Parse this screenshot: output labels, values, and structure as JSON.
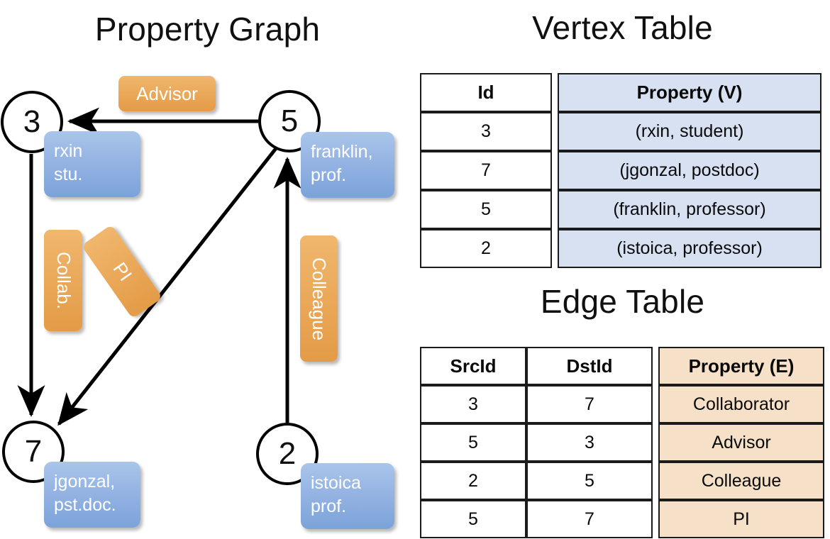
{
  "titles": {
    "property_graph": "Property Graph",
    "vertex_table": "Vertex Table",
    "edge_table": "Edge Table"
  },
  "colors": {
    "vertex_property_fill": "#d7e1f2",
    "edge_property_fill": "#f6e0c7",
    "node_box_blue": "#93b2e2",
    "edge_label_orange": "#eaa858",
    "stroke": "#000000",
    "background": "#ffffff"
  },
  "graph": {
    "nodes": [
      {
        "id": "3",
        "label": "3",
        "property_line1": "rxin",
        "property_line2": "stu."
      },
      {
        "id": "5",
        "label": "5",
        "property_line1": "franklin,",
        "property_line2": "prof."
      },
      {
        "id": "7",
        "label": "7",
        "property_line1": "jgonzal,",
        "property_line2": "pst.doc."
      },
      {
        "id": "2",
        "label": "2",
        "property_line1": "istoica",
        "property_line2": "prof."
      }
    ],
    "edges": [
      {
        "from": "5",
        "to": "3",
        "label": "Advisor",
        "orientation": "horizontal"
      },
      {
        "from": "3",
        "to": "7",
        "label": "Collab.",
        "orientation": "vertical"
      },
      {
        "from": "5",
        "to": "7",
        "label": "PI",
        "orientation": "diagonal"
      },
      {
        "from": "2",
        "to": "5",
        "label": "Colleague",
        "orientation": "vertical"
      }
    ]
  },
  "vertex_table": {
    "headers": [
      "Id",
      "Property (V)"
    ],
    "rows": [
      {
        "id": "3",
        "property": "(rxin, student)"
      },
      {
        "id": "7",
        "property": "(jgonzal, postdoc)"
      },
      {
        "id": "5",
        "property": "(franklin, professor)"
      },
      {
        "id": "2",
        "property": "(istoica, professor)"
      }
    ]
  },
  "edge_table": {
    "headers": [
      "SrcId",
      "DstId",
      "Property (E)"
    ],
    "rows": [
      {
        "src": "3",
        "dst": "7",
        "property": "Collaborator"
      },
      {
        "src": "5",
        "dst": "3",
        "property": "Advisor"
      },
      {
        "src": "2",
        "dst": "5",
        "property": "Colleague"
      },
      {
        "src": "5",
        "dst": "7",
        "property": "PI"
      }
    ]
  }
}
